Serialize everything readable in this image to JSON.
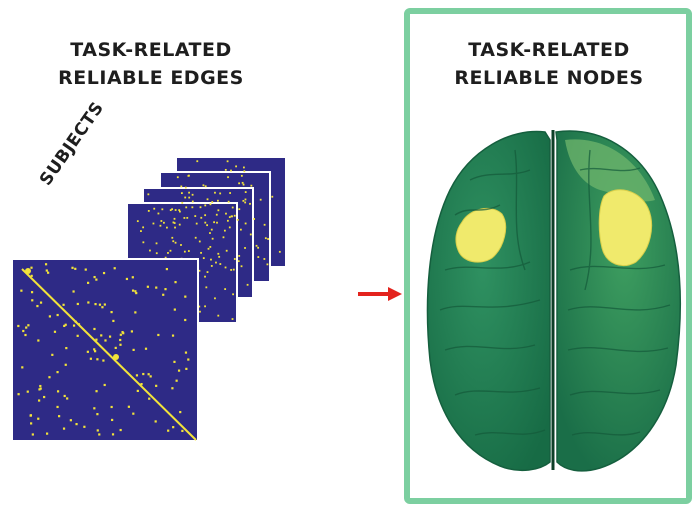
{
  "left_panel": {
    "title_line1": "TASK-RELATED",
    "title_line2": "RELIABLE EDGES",
    "subjects_label": "SUBJECTS"
  },
  "right_panel": {
    "title_line1": "TASK-RELATED",
    "title_line2": "RELIABLE NODES"
  },
  "colors": {
    "matrix_bg": "#2e2a86",
    "matrix_dot": "#f2e33a",
    "frame": "#7ccfa0",
    "arrow": "#e3231d",
    "brain_dark": "#1f7a52",
    "brain_mid": "#2d8c5e",
    "brain_light": "#6bb26a",
    "highlight": "#f0ea6c"
  },
  "icons": {
    "arrow": "right-arrow-icon",
    "brain": "brain-icon",
    "matrix": "connectivity-matrix-icon"
  }
}
